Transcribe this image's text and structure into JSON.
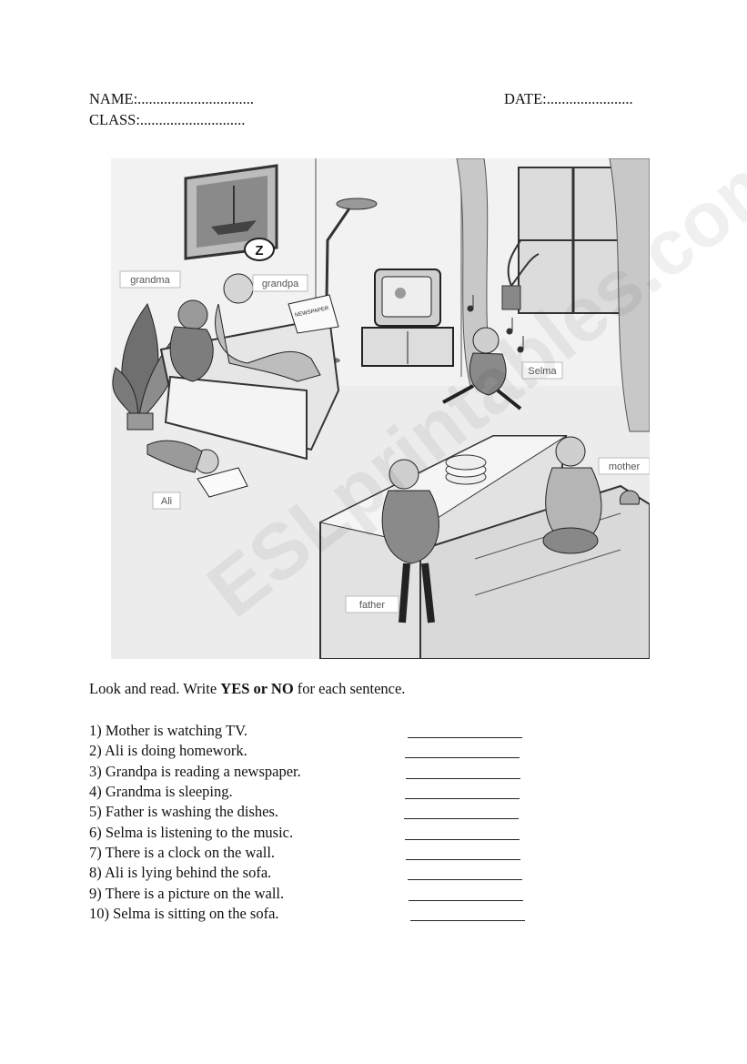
{
  "header": {
    "name": "NAME:...............................",
    "date": "DATE:.......................",
    "class": "CLASS:............................"
  },
  "scene": {
    "labels": {
      "grandma": "grandma",
      "grandpa": "grandpa",
      "selma": "Selma",
      "ali": "Ali",
      "mother": "mother",
      "father": "father"
    },
    "snore": "Z",
    "newspaper": "NEWSPAPER"
  },
  "watermark": "ESLprintables.com",
  "instruction": {
    "before": "Look and read. Write ",
    "bold": "YES or NO",
    "after": " for each sentence."
  },
  "questions": [
    "1) Mother is watching TV.",
    "2) Ali is doing homework.",
    "3) Grandpa is reading a newspaper.",
    "4) Grandma is sleeping.",
    "5) Father is washing the dishes.",
    "6) Selma is listening to the music.",
    "7) There is a clock on the wall.",
    "8) Ali is lying behind the sofa.",
    "9) There is a picture on the wall.",
    "10) Selma is sitting on the sofa."
  ]
}
